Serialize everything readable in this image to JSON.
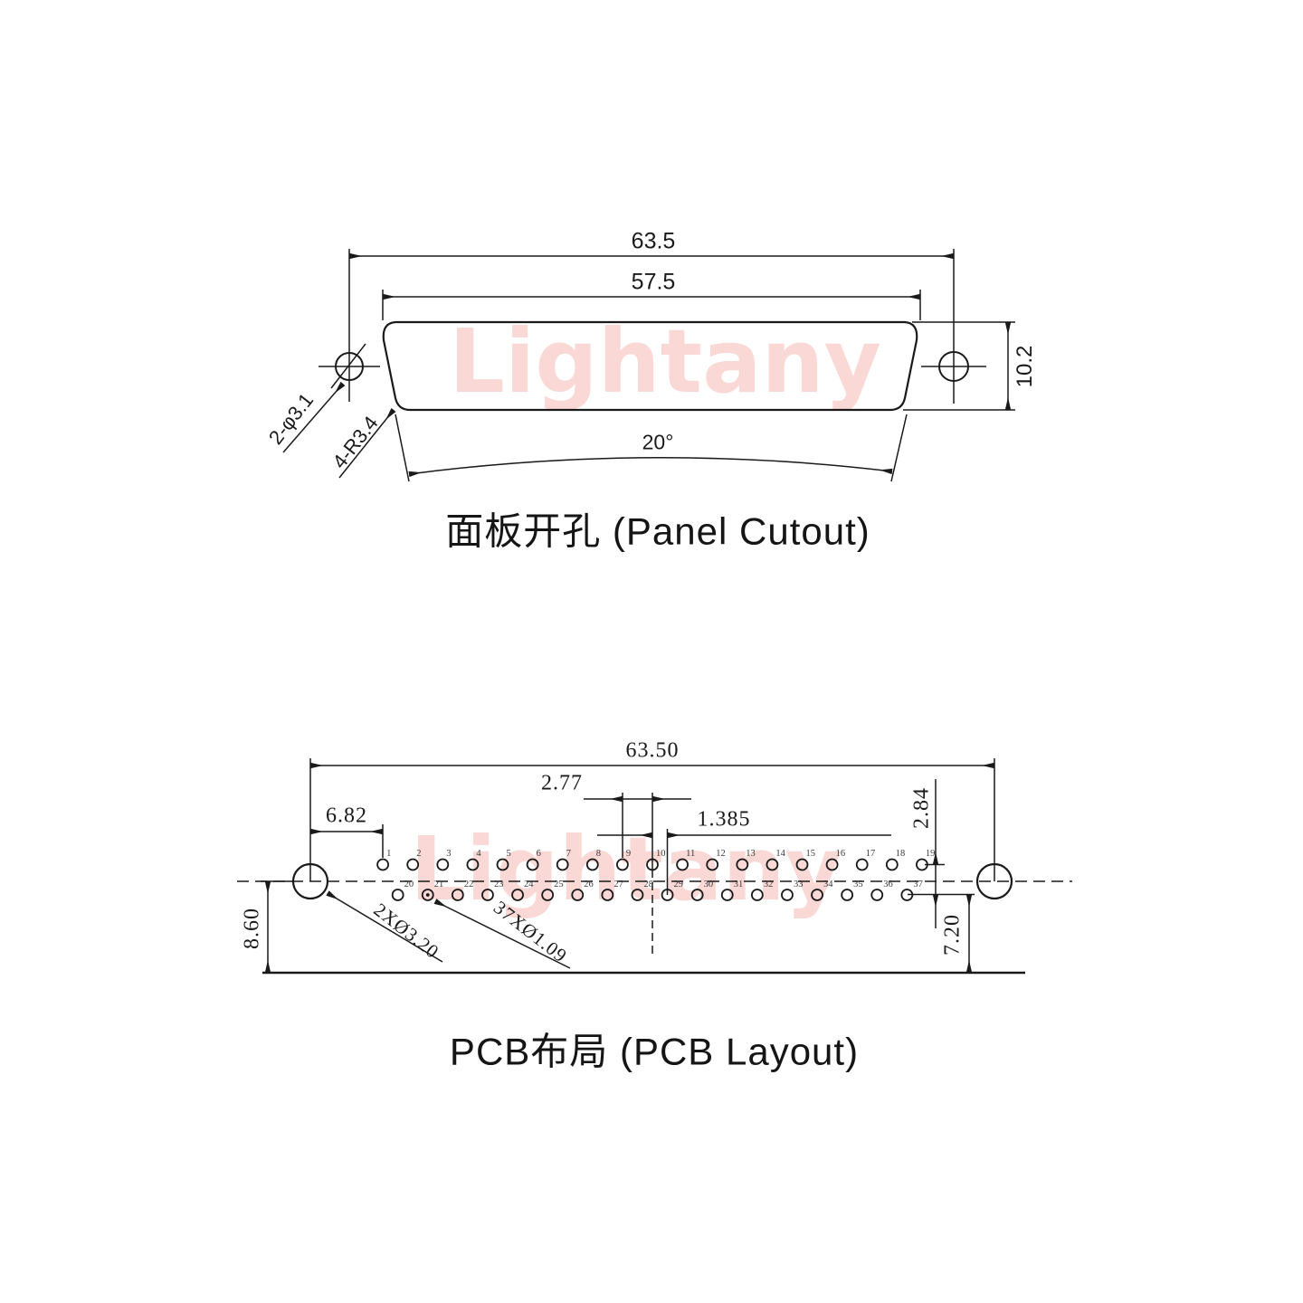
{
  "watermark": {
    "text": "Lightany"
  },
  "panel_cutout": {
    "title": "面板开孔 (Panel Cutout)",
    "dim_overall_width": "63.5",
    "dim_cutout_width": "57.5",
    "dim_height": "10.2",
    "dim_angle": "20°",
    "label_mount_holes": "2-φ3.1",
    "label_corner_radius": "4-R3.4"
  },
  "pcb_layout": {
    "title": "PCB布局 (PCB Layout)",
    "dim_overall_width": "63.50",
    "dim_edge_to_pin1": "6.82",
    "dim_pin_pitch": "2.77",
    "dim_half_pitch": "1.385",
    "dim_row_spacing": "2.84",
    "dim_left_height": "8.60",
    "dim_right_height": "7.20",
    "label_mount_holes": "2XØ3.20",
    "label_pin_holes": "37XØ1.09",
    "dotted_hole_number": "21",
    "top_row_numbers": [
      "1",
      "2",
      "3",
      "4",
      "5",
      "6",
      "7",
      "8",
      "9",
      "10",
      "11",
      "12",
      "13",
      "14",
      "15",
      "16",
      "17",
      "18",
      "19"
    ],
    "bottom_row_numbers": [
      "20",
      "21",
      "22",
      "23",
      "24",
      "25",
      "26",
      "27",
      "28",
      "29",
      "30",
      "31",
      "32",
      "33",
      "34",
      "35",
      "36",
      "37"
    ]
  }
}
